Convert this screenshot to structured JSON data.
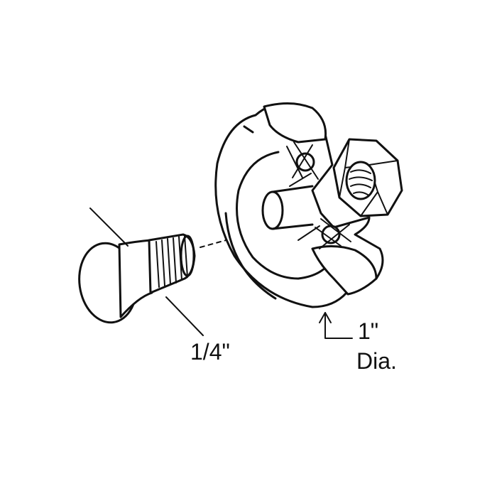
{
  "labels": {
    "bolt_diameter": "1/4\"",
    "roller_diameter_value": "1\"",
    "roller_diameter_unit": "Dia."
  },
  "colors": {
    "ink": "#111111",
    "background": "#ffffff"
  }
}
